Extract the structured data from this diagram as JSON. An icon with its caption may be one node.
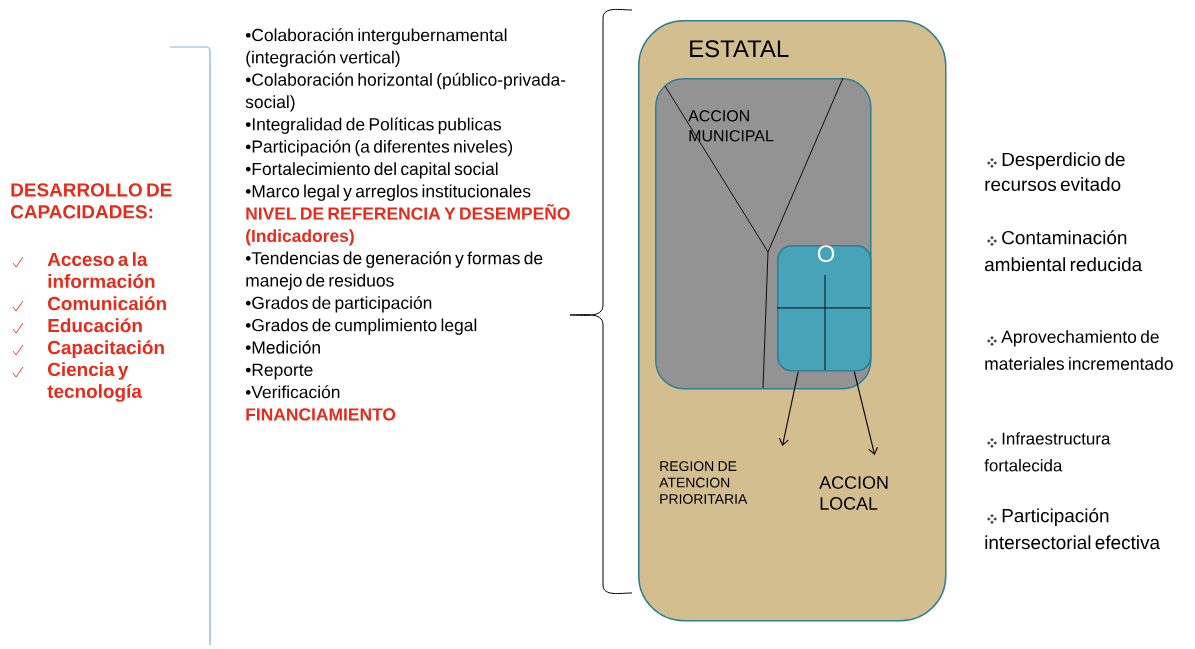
{
  "diagram": {
    "nodes": [
      {
        "text": [
          "ESTATAL"
        ]
      },
      {
        "text": [
          "ACCION MUNICIPAL"
        ],
        "in": 0
      },
      {
        "text": [
          "O"
        ],
        "in": 1
      },
      {
        "text": [
          "REGION DE ATENCION PRIORITARIA"
        ],
        "in": 0
      },
      {
        "text": [
          "ACCION LOCAL"
        ],
        "in": 0
      }
    ],
    "edges": [
      {
        "from": 2,
        "to": 3,
        "arrow": "to"
      },
      {
        "from": 2,
        "to": 4,
        "arrow": "to"
      }
    ],
    "labels": [
      "DESARROLLO DE CAPACIDADES:",
      "Acceso a la información",
      "Comunicaión",
      "Educación",
      "Capacitación",
      "Ciencia y tecnología",
      "•Colaboración intergubernamental (integración vertical)",
      "•Colaboración horizontal (público-privada-social)",
      "•Integralidad de Políticas publicas",
      "•Participación (a diferentes niveles)",
      "•Fortalecimiento del capital social",
      "•Marco legal y arreglos institucionales",
      "NIVEL DE REFERENCIA Y DESEMPEÑO (Indicadores)",
      "•Tendencias de generación y formas de manejo de residuos",
      "•Grados de participación",
      "•Grados de cumplimiento legal",
      "•Medición",
      "•Reporte",
      "•Verificación",
      "FINANCIAMIENTO",
      "Desperdicio de recursos evitado",
      "Contaminación ambiental reducida",
      "Aprovechamiento de materiales incrementado",
      "Infraestructura fortalecida",
      "Participación intersectorial efectiva"
    ]
  }
}
